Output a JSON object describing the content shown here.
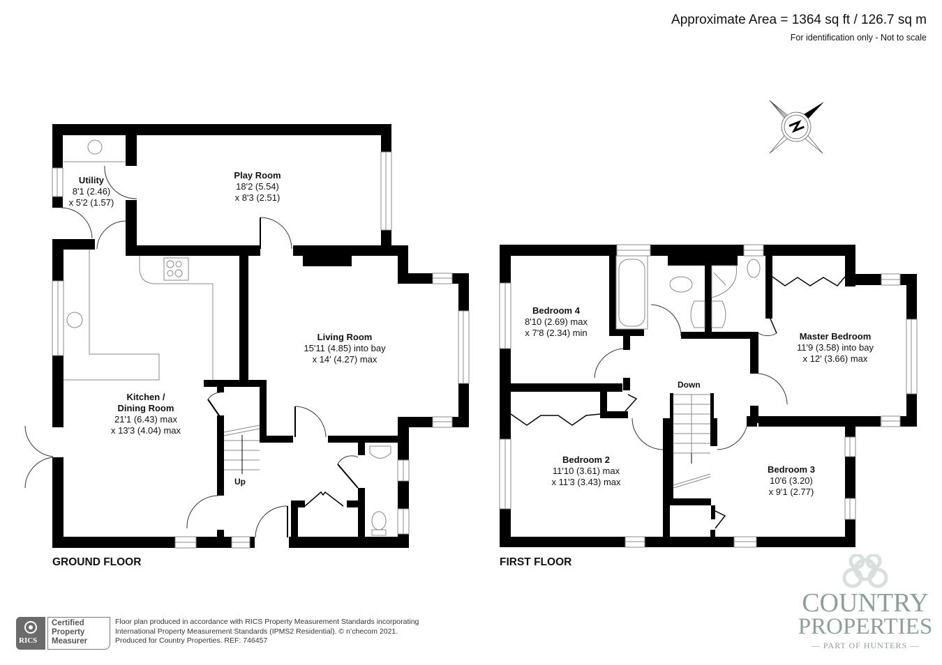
{
  "header": {
    "area_title": "Approximate Area = 1364 sq ft / 126.7 sq m",
    "area_subtitle": "For identification only - Not to scale"
  },
  "compass": {
    "icon": "north-compass-icon",
    "label": "N"
  },
  "ground_floor": {
    "label": "GROUND FLOOR",
    "stairs_label": "Up",
    "rooms": [
      {
        "name": "Utility",
        "dim1": "8'1 (2.46)",
        "dim2": "x 5'2 (1.57)"
      },
      {
        "name": "Play Room",
        "dim1": "18'2 (5.54)",
        "dim2": "x 8'3 (2.51)"
      },
      {
        "name": "Living Room",
        "dim1": "15'11 (4.85) into bay",
        "dim2": "x 14' (4.27) max"
      },
      {
        "name_line1": "Kitchen /",
        "name_line2": "Dining Room",
        "dim1": "21'1 (6.43) max",
        "dim2": "x 13'3 (4.04) max"
      }
    ]
  },
  "first_floor": {
    "label": "FIRST FLOOR",
    "stairs_label": "Down",
    "rooms": [
      {
        "name": "Bedroom 4",
        "dim1": "8'10 (2.69) max",
        "dim2": "x 7'8 (2.34) min"
      },
      {
        "name": "Master Bedroom",
        "dim1": "11'9 (3.58) into bay",
        "dim2": "x 12' (3.66) max"
      },
      {
        "name": "Bedroom 2",
        "dim1": "11'10 (3.61) max",
        "dim2": "x 11'3 (3.43) max"
      },
      {
        "name": "Bedroom 3",
        "dim1": "10'6 (3.20)",
        "dim2": "x 9'1 (2.77)"
      }
    ]
  },
  "footer": {
    "rics_badge": {
      "logo_text": "RICS",
      "line1": "Certified",
      "line2": "Property",
      "line3": "Measurer"
    },
    "line1": "Floor plan produced in accordance with RICS Property Measurement Standards incorporating",
    "line2": "International Property Measurement Standards (IPMS2 Residential).   © n’checom 2021.",
    "line3": "Produced for Country Properties.   REF: 746457"
  },
  "brand": {
    "line1": "COUNTRY",
    "line2": "PROPERTIES",
    "line3": "— PART OF HUNTERS —",
    "color": "#8e9f98"
  },
  "colors": {
    "wall": "#000000",
    "fixture_line": "#777777",
    "text": "#111111"
  }
}
